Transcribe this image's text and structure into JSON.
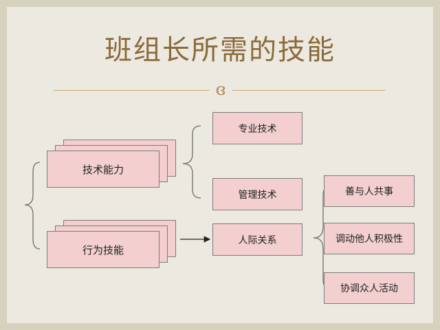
{
  "slide": {
    "title": "班组长所需的技能",
    "ornament": "ɞ"
  },
  "diagram": {
    "groups": [
      {
        "label": "技术能力"
      },
      {
        "label": "行为技能"
      }
    ],
    "tech_items": [
      "专业技术",
      "管理技术"
    ],
    "relation": "人际关系",
    "relation_items": [
      "善与人共事",
      "调动他人积极性",
      "协调众人活动"
    ]
  },
  "colors": {
    "background": "#ece9e1",
    "frame": "#d7d2bd",
    "title": "#8b6a3a",
    "box_fill": "#f3cfcf",
    "box_border": "#7c7c7c"
  }
}
